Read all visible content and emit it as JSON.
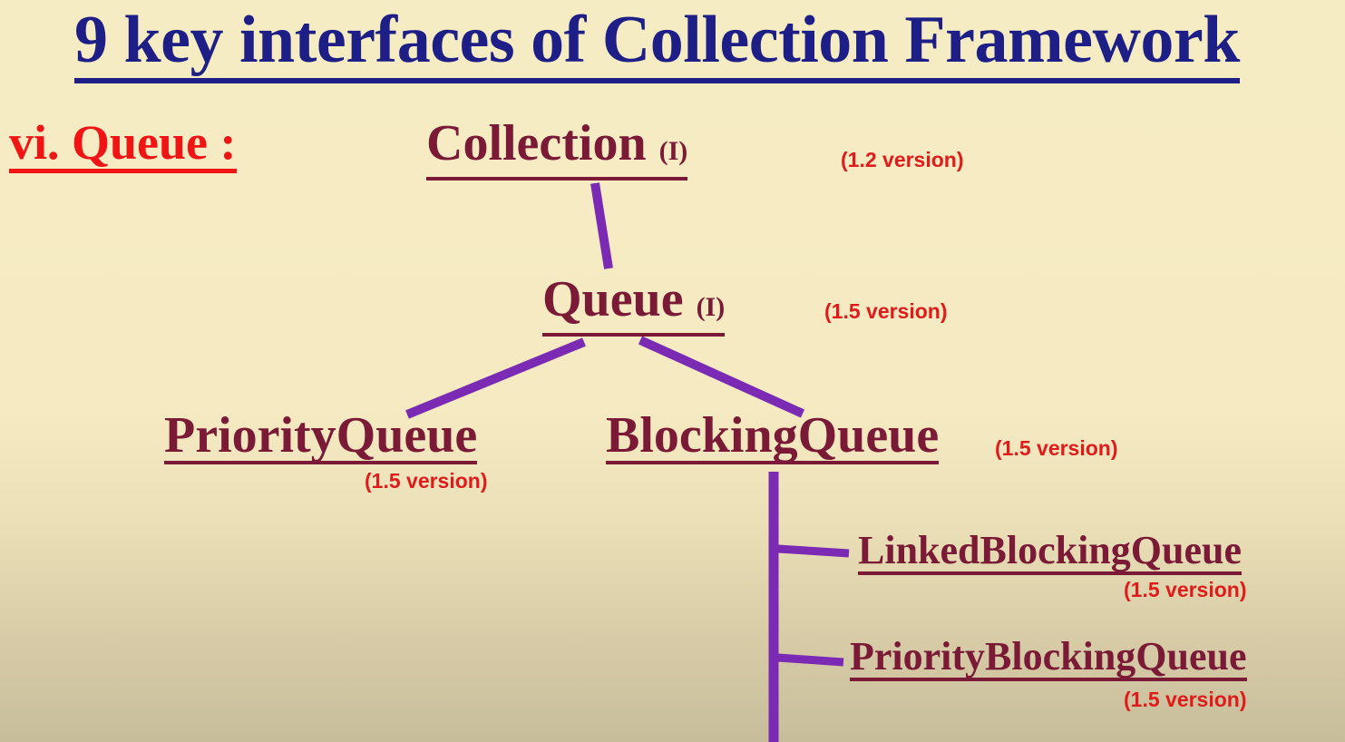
{
  "title": "9 key interfaces of Collection Framework",
  "section": "vi. Queue :",
  "nodes": {
    "collection": {
      "name": "Collection",
      "tag": "(I)",
      "version": "(1.2 version)"
    },
    "queue": {
      "name": "Queue",
      "tag": "(I)",
      "version": "(1.5 version)"
    },
    "priority_queue": {
      "name": "PriorityQueue",
      "version": "(1.5 version)"
    },
    "blocking_queue": {
      "name": "BlockingQueue",
      "version": "(1.5 version)"
    },
    "linked_blocking_queue": {
      "name": "LinkedBlockingQueue",
      "version": "(1.5 version)"
    },
    "priority_blocking_queue": {
      "name": "PriorityBlockingQueue",
      "version": "(1.5 version)"
    }
  },
  "colors": {
    "title": "#1d1e86",
    "section": "#f01414",
    "node": "#7a1a36",
    "version": "#e01b1b",
    "connector": "#7b2ab3"
  }
}
